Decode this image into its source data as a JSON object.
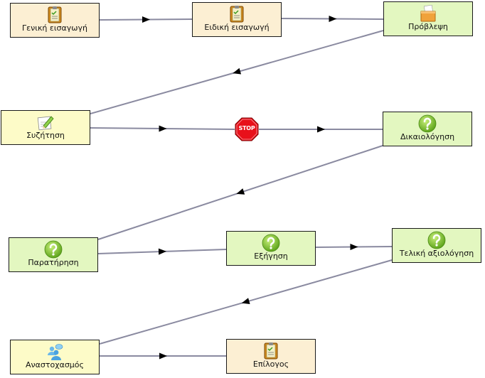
{
  "nodes": [
    {
      "id": "n1",
      "label": "Γενική εισαγωγή",
      "kind": "activity",
      "icon": "notepad-icon"
    },
    {
      "id": "n2",
      "label": "Ειδική εισαγωγή",
      "kind": "activity",
      "icon": "notepad-icon"
    },
    {
      "id": "n3",
      "label": "Πρόβλεψη",
      "kind": "gate",
      "icon": "folder-note-icon"
    },
    {
      "id": "n4",
      "label": "Συζήτηση",
      "kind": "forum",
      "icon": "pencil-paper-icon"
    },
    {
      "id": "n5",
      "label": "Δικαιολόγηση",
      "kind": "gate",
      "icon": "question-icon"
    },
    {
      "id": "n6",
      "label": "Παρατήρηση",
      "kind": "gate",
      "icon": "question-icon"
    },
    {
      "id": "n7",
      "label": "Εξήγηση",
      "kind": "gate",
      "icon": "question-icon"
    },
    {
      "id": "n8",
      "label": "Τελική αξιολόγηση",
      "kind": "gate",
      "icon": "question-icon"
    },
    {
      "id": "n9",
      "label": "Αναστοχασμός",
      "kind": "forum",
      "icon": "people-chat-icon"
    },
    {
      "id": "n10",
      "label": "Επίλογος",
      "kind": "activity",
      "icon": "notepad-icon"
    }
  ],
  "stop_gate": {
    "label": "STOP"
  },
  "colors": {
    "edge": "#8a8aa0",
    "arrow": "#000000",
    "activity_fill": "#fcefd3",
    "gate_fill": "#e3f7c0",
    "forum_fill": "#fdfbc8",
    "stop_red": "#e8101a",
    "question_green": "#7cc12c"
  }
}
